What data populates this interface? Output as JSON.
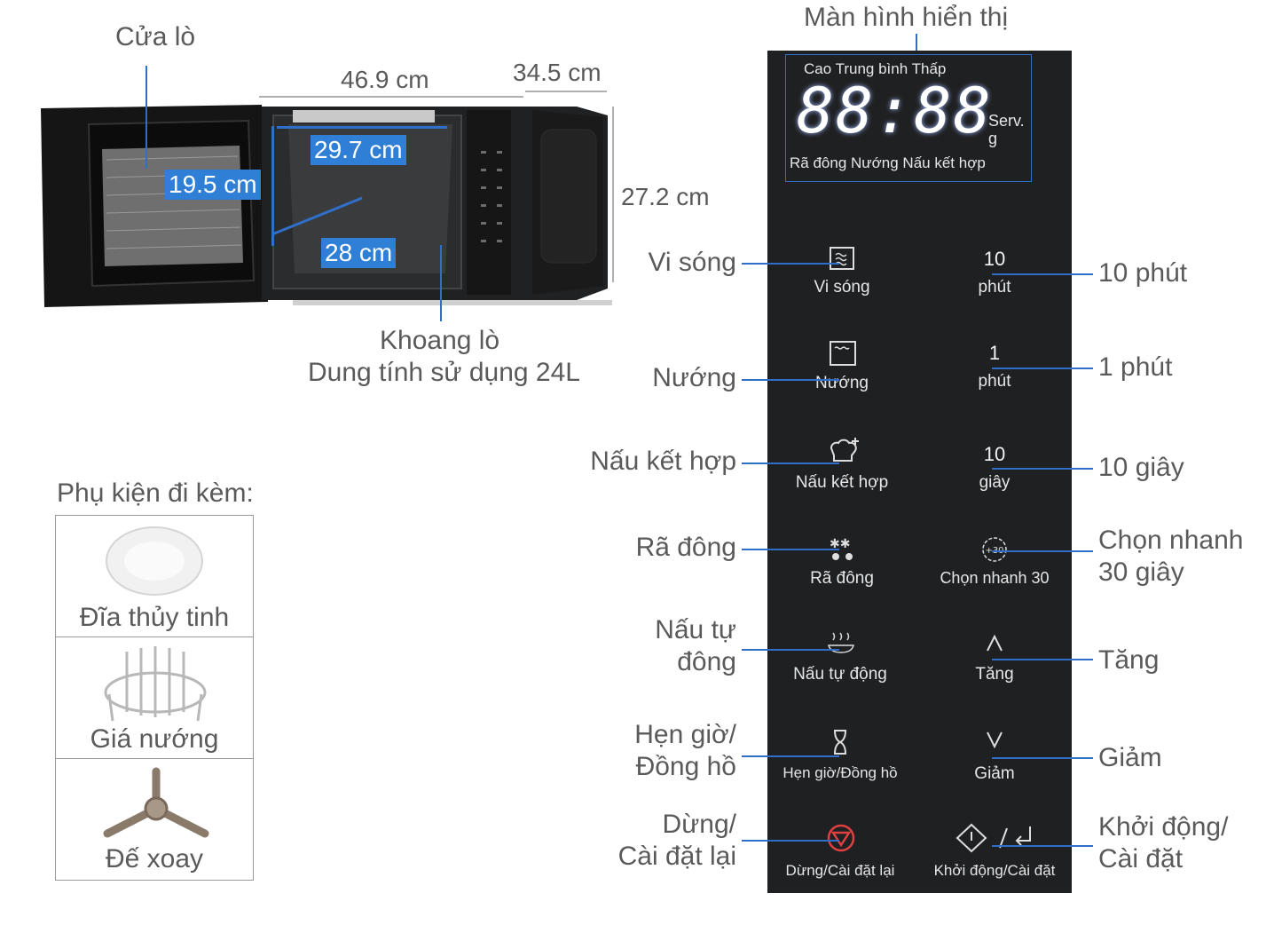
{
  "microwave": {
    "door_label": "Cửa lò",
    "width": "46.9 cm",
    "depth": "34.5 cm",
    "height": "27.2 cm",
    "inner_width": "29.7 cm",
    "inner_height": "19.5 cm",
    "inner_depth": "28 cm",
    "cavity_label": "Khoang lò",
    "capacity_label": "Dung tính sử dụng 24L"
  },
  "accessories": {
    "title": "Phụ kiện đi kèm:",
    "items": [
      "Đĩa thủy tinh",
      "Giá nướng",
      "Đế xoay"
    ]
  },
  "panel": {
    "display_title": "Màn hình hiển thị",
    "display": {
      "levels": "Cao  Trung bình  Thấp",
      "digits": "88:88",
      "serv": "Serv.",
      "g": "g",
      "modes": "Rã đông  Nướng  Nấu kết hợp"
    },
    "left_buttons": [
      "Vi sóng",
      "Nướng",
      "Nấu kết hợp",
      "Rã đông",
      "Nấu tự động",
      "Hẹn giờ/Đồng hồ",
      "Dừng/Cài đặt lại"
    ],
    "right_buttons": [
      {
        "num": "10",
        "label": "phút"
      },
      {
        "num": "1",
        "label": "phút"
      },
      {
        "num": "10",
        "label": "giây"
      },
      {
        "num": "",
        "label": "Chọn nhanh 30"
      },
      {
        "num": "",
        "label": "Tăng"
      },
      {
        "num": "",
        "label": "Giảm"
      },
      {
        "num": "",
        "label": "Khởi động/Cài đặt"
      }
    ],
    "left_callouts": [
      "Vi sóng",
      "Nướng",
      "Nấu kết hợp",
      "Rã đông",
      "Nấu tự",
      "đông",
      "Hẹn giờ/",
      "Đồng hồ",
      "Dừng/",
      "Cài đặt lại"
    ],
    "right_callouts": [
      "10 phút",
      "1 phút",
      "10 giây",
      "Chọn nhanh",
      "30 giây",
      "Tăng",
      "Giảm",
      "Khởi động/",
      "Cài đặt"
    ],
    "quick_icon_text": "+30"
  }
}
